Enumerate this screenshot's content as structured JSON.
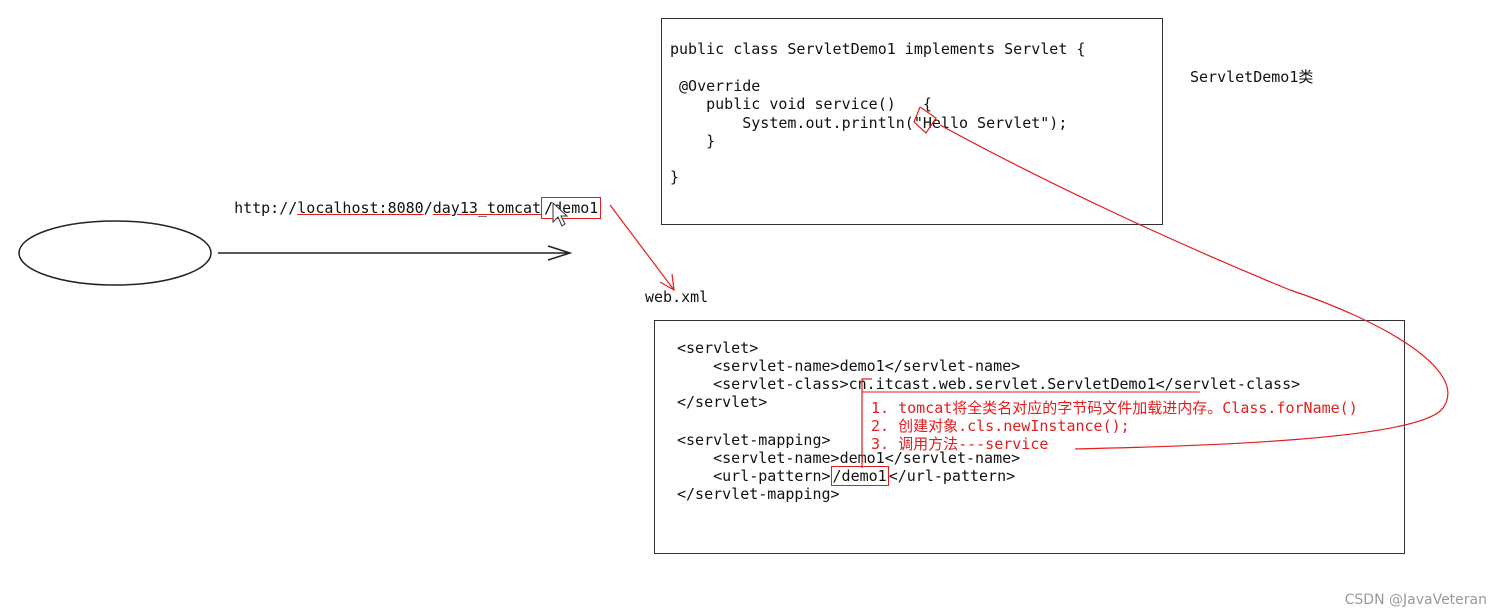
{
  "servlet_class_box": {
    "lines": [
      "public class ServletDemo1 implements Servlet {",
      "",
      " @Override",
      "    public void service()   {",
      "        System.out.println(\"Hello Servlet\");",
      "    }",
      "",
      "}"
    ]
  },
  "servlet_class_label": "ServletDemo1类",
  "url": {
    "prefix": "http://",
    "host": "localhost:8080",
    "sep1": "/",
    "context": "day13_tomcat",
    "path": "/demo1"
  },
  "webxml_label": "web.xml",
  "webxml_box": {
    "line1": "<servlet>",
    "line2a": "    <servlet-name>",
    "line2b": "demo1",
    "line2c": "</servlet-name>",
    "line3a": "    <servlet-class>",
    "line3b": "cn.itcast.web.servlet.ServletDemo1",
    "line3c": "</servlet-class>",
    "line4": "</servlet>",
    "line5": "<servlet-mapping>",
    "line6a": "    <servlet-name>",
    "line6b": "demo1",
    "line6c": "</servlet-name>",
    "line7a": "    <url-pattern>",
    "line7b": "/demo1",
    "line7c": "</url-pattern>",
    "line8": "</servlet-mapping>"
  },
  "annotations": [
    "1. tomcat将全类名对应的字节码文件加载进内存。Class.forName()",
    "2. 创建对象.cls.newInstance();",
    "3. 调用方法---service"
  ],
  "watermark": "CSDN @JavaVeteran",
  "colors": {
    "annotation": "#e41d1d",
    "stroke": "#333333"
  }
}
